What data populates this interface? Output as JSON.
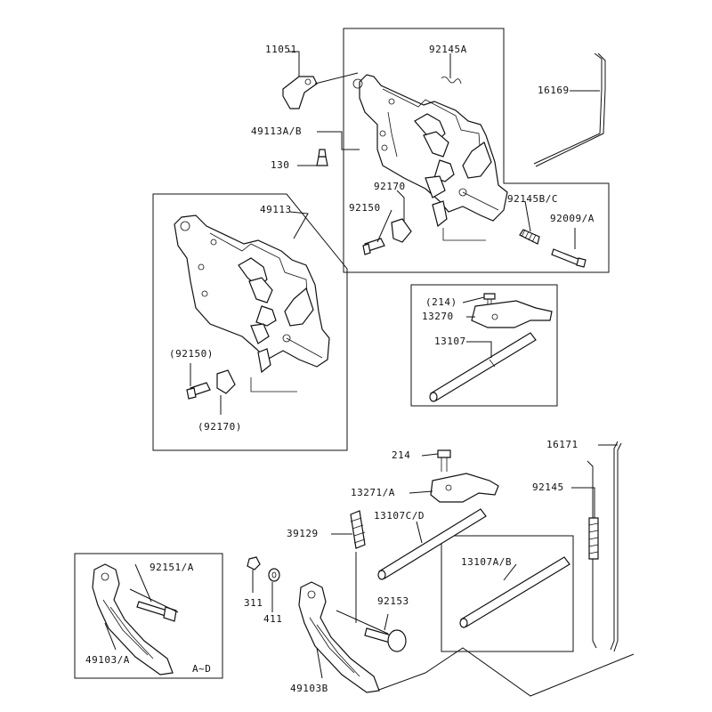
{
  "diagram": {
    "labels": {
      "p11051": "11051",
      "p92145A": "92145A",
      "p16169": "16169",
      "p49113AB": "49113A/B",
      "p130": "130",
      "p92170": "92170",
      "p92145BC": "92145B/C",
      "p92150": "92150",
      "p92009A": "92009/A",
      "p49113": "49113",
      "p214p": "(214)",
      "p13270": "13270",
      "p13107": "13107",
      "p92150p": "(92150)",
      "p92170p": "(92170)",
      "p214": "214",
      "p16171": "16171",
      "p13271A": "13271/A",
      "p92145": "92145",
      "p39129": "39129",
      "p13107CD": "13107C/D",
      "p92151A": "92151/A",
      "p13107AB": "13107A/B",
      "p311": "311",
      "p411": "411",
      "p92153": "92153",
      "p49103A": "49103/A",
      "pAD": "A~D",
      "p49103B": "49103B"
    }
  }
}
